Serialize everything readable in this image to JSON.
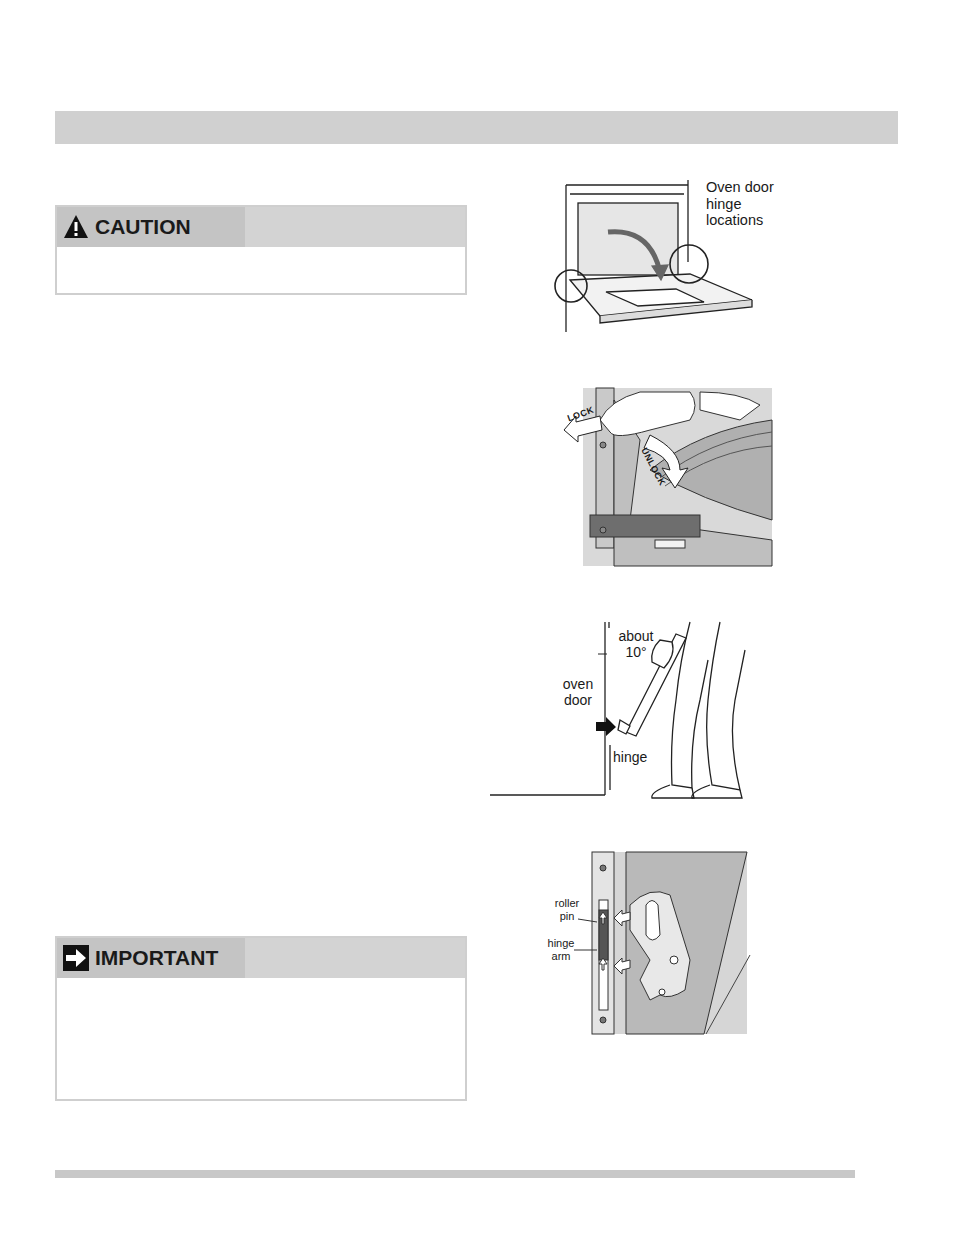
{
  "diagram": {
    "nodes": [
      {
        "text": [
          "CAUTION"
        ]
      },
      {
        "text": [
          "IMPORTANT"
        ]
      }
    ],
    "labels": [
      "Oven door hinge locations",
      "LOCK",
      "UNLOCK",
      "about 10°",
      "oven door",
      "hinge",
      "roller pin",
      "hinge arm"
    ]
  }
}
